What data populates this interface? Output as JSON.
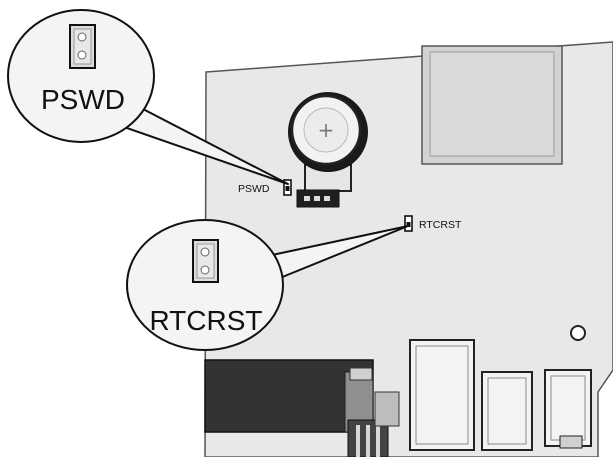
{
  "labels": {
    "pswd_callout": "PSWD",
    "rtcrst_callout": "RTCRST",
    "pswd_board": "PSWD",
    "rtcrst_board": "RTCRST"
  },
  "colors": {
    "board": "#e8e8e8",
    "board_outline": "#555555",
    "chip": "#d2d2d2",
    "callout_fill": "#f4f4f4",
    "jumper_fill": "#dcdcdc",
    "dark_connector": "#333333",
    "battery_fill": "#e6e6e6"
  },
  "icons": {
    "battery": "coin-cell-battery-icon",
    "jumper": "two-pin-jumper-icon"
  }
}
